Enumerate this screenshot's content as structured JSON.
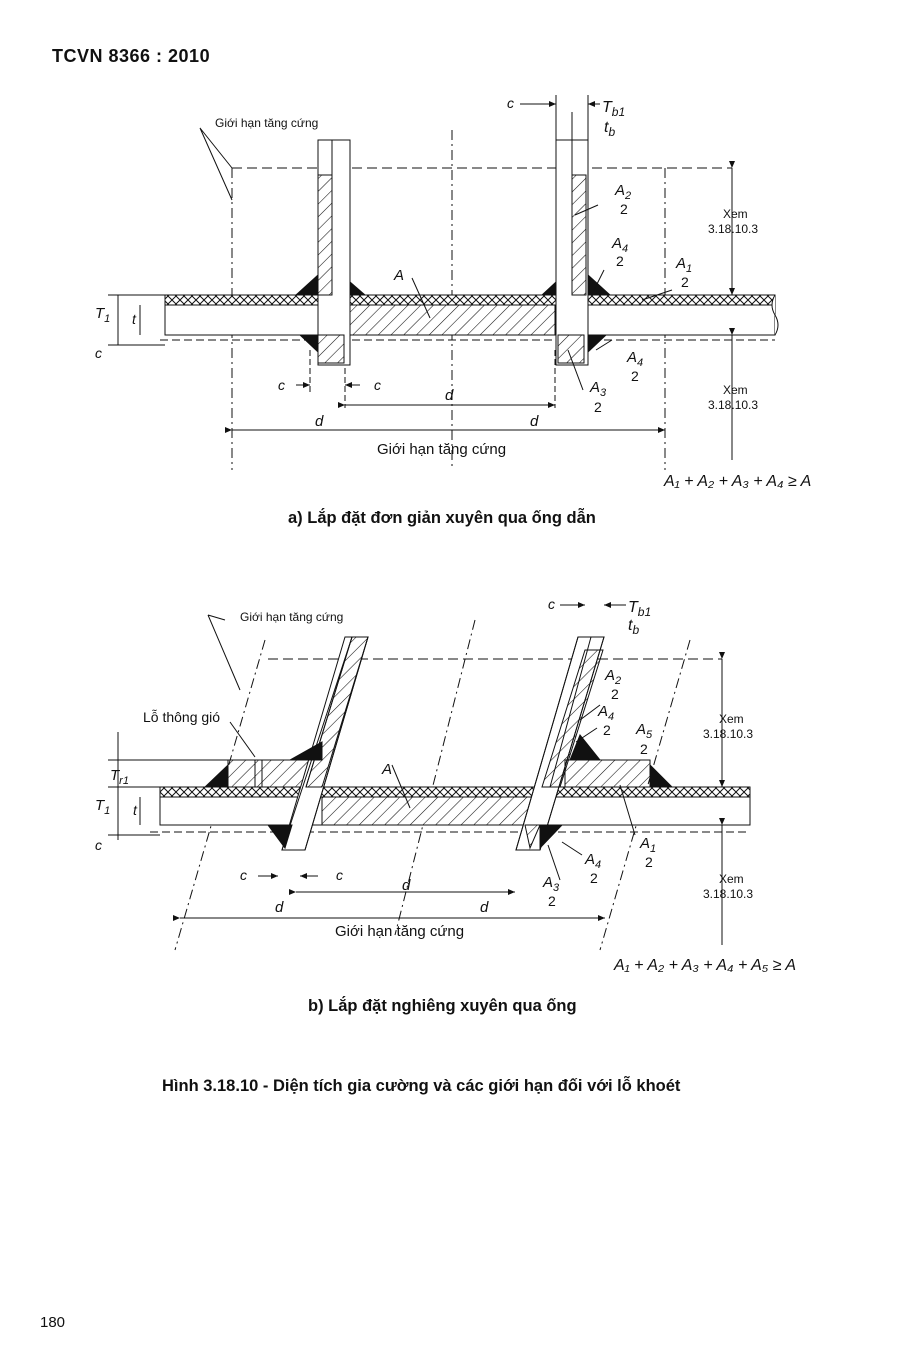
{
  "header": {
    "standard": "TCVN 8366 : 2010"
  },
  "page_number": "180",
  "labels": {
    "reinforcement_limit": "Giới hạn tăng cứng",
    "vent_hole": "Lỗ thông gió",
    "see": "Xem",
    "see_ref": "3.18.10.3",
    "c": "c",
    "d": "d",
    "t": "t",
    "T": "T",
    "sub1": "1",
    "Tr": "T",
    "subr1": "r1",
    "Tb": "T",
    "subb1": "b1",
    "tb": "t",
    "subb": "b",
    "A": "A",
    "A1": "A",
    "A2": "A",
    "A3": "A",
    "A4": "A",
    "A5": "A",
    "n1": "1",
    "n2": "2",
    "n3": "3",
    "n4": "4",
    "n5": "5",
    "over2": "2"
  },
  "figure_a": {
    "caption": "a)  Lắp đặt đơn giản xuyên qua ống dẫn",
    "formula": "A₁ + A₂ + A₃ + A₄ ≥ A"
  },
  "figure_b": {
    "caption": "b) Lắp đặt nghiêng xuyên qua ống",
    "formula": "A₁ + A₂ + A₃ + A₄ + A₅ ≥ A"
  },
  "figure_title": "Hình 3.18.10  -  Diện tích gia cường và các giới hạn đối với lỗ khoét"
}
